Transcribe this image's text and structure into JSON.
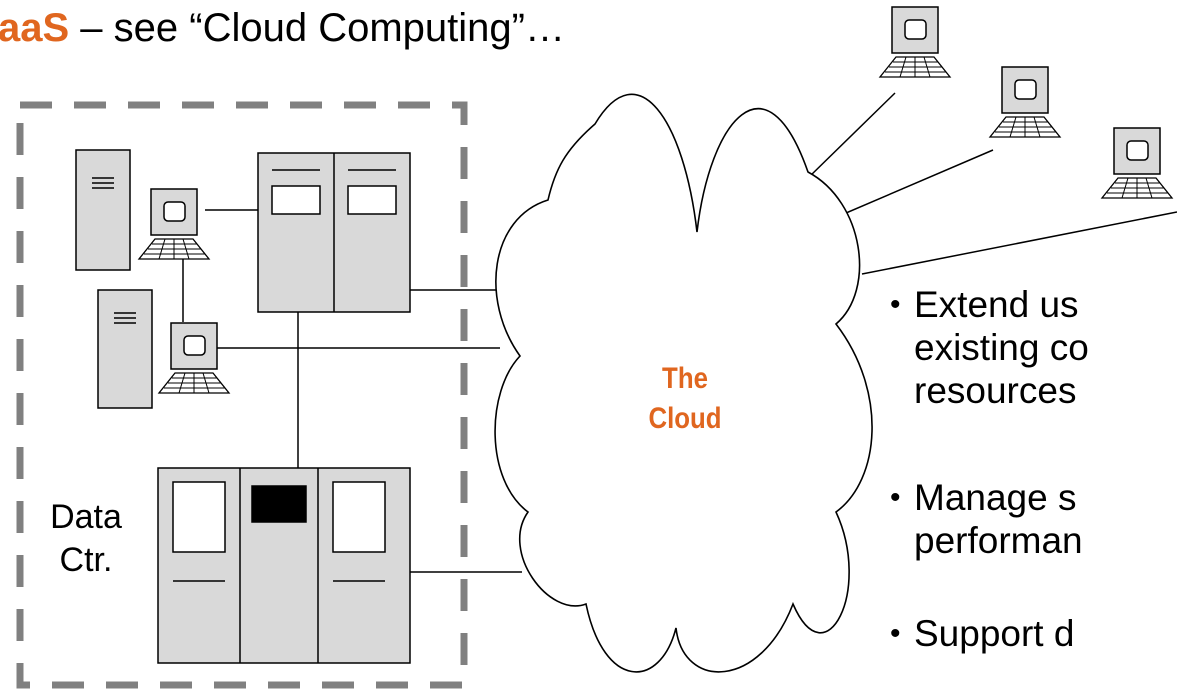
{
  "title": {
    "prefix": "aaS",
    "rest": " – see “Cloud Computing”…"
  },
  "data_center": {
    "label_line1": "Data",
    "label_line2": "Ctr."
  },
  "cloud": {
    "label_line1": "The",
    "label_line2": "Cloud"
  },
  "bullets": [
    {
      "line1": "Extend us",
      "line2": "existing co",
      "line3": "resources"
    },
    {
      "line1": "Manage s",
      "line2": "performan"
    },
    {
      "line1": "Support d"
    }
  ],
  "colors": {
    "accent": "#e0661f",
    "device_fill": "#d9d9d9",
    "dashed_border": "#808080"
  }
}
